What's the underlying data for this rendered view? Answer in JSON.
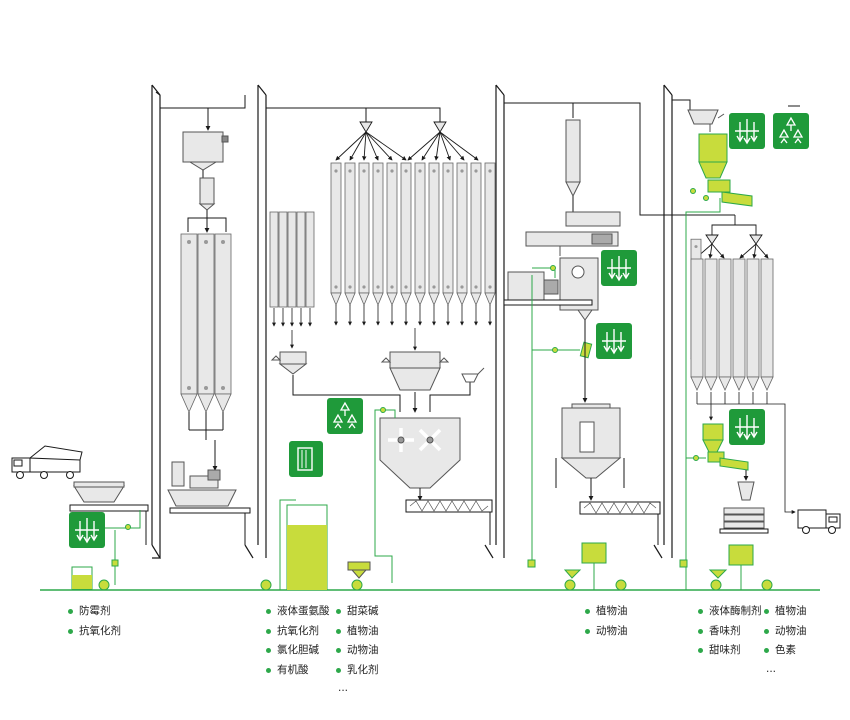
{
  "colors": {
    "line": "#1a1a1a",
    "equipment_fill": "#e8e8e8",
    "equipment_stroke": "#555555",
    "liquid_line": "#2da84a",
    "liquid_fill": "#c8dc3c",
    "icon_badge": "#1f9a3a"
  },
  "icons": {
    "spray_nozzle": "down-arrows-spray-icon",
    "liquid_nozzle": "nozzle-cluster-icon",
    "tank": "tank-gauge-icon"
  },
  "legend_groups": [
    {
      "id": "intake",
      "items": [
        "防霉剂",
        "抗氧化剂"
      ],
      "more": ""
    },
    {
      "id": "batching-left",
      "items": [
        "液体蛋氨酸",
        "抗氧化剂",
        "氯化胆碱",
        "有机酸"
      ],
      "more": "..."
    },
    {
      "id": "batching-right",
      "items": [
        "甜菜碱",
        "植物油",
        "动物油",
        "乳化剂"
      ],
      "more": ""
    },
    {
      "id": "pelleting",
      "items": [
        "植物油",
        "动物油"
      ],
      "more": ""
    },
    {
      "id": "post-left",
      "items": [
        "液体酶制剂",
        "香味剂",
        "甜味剂"
      ],
      "more": ""
    },
    {
      "id": "post-right",
      "items": [
        "植物油",
        "动物油",
        "色素"
      ],
      "more": "..."
    }
  ]
}
